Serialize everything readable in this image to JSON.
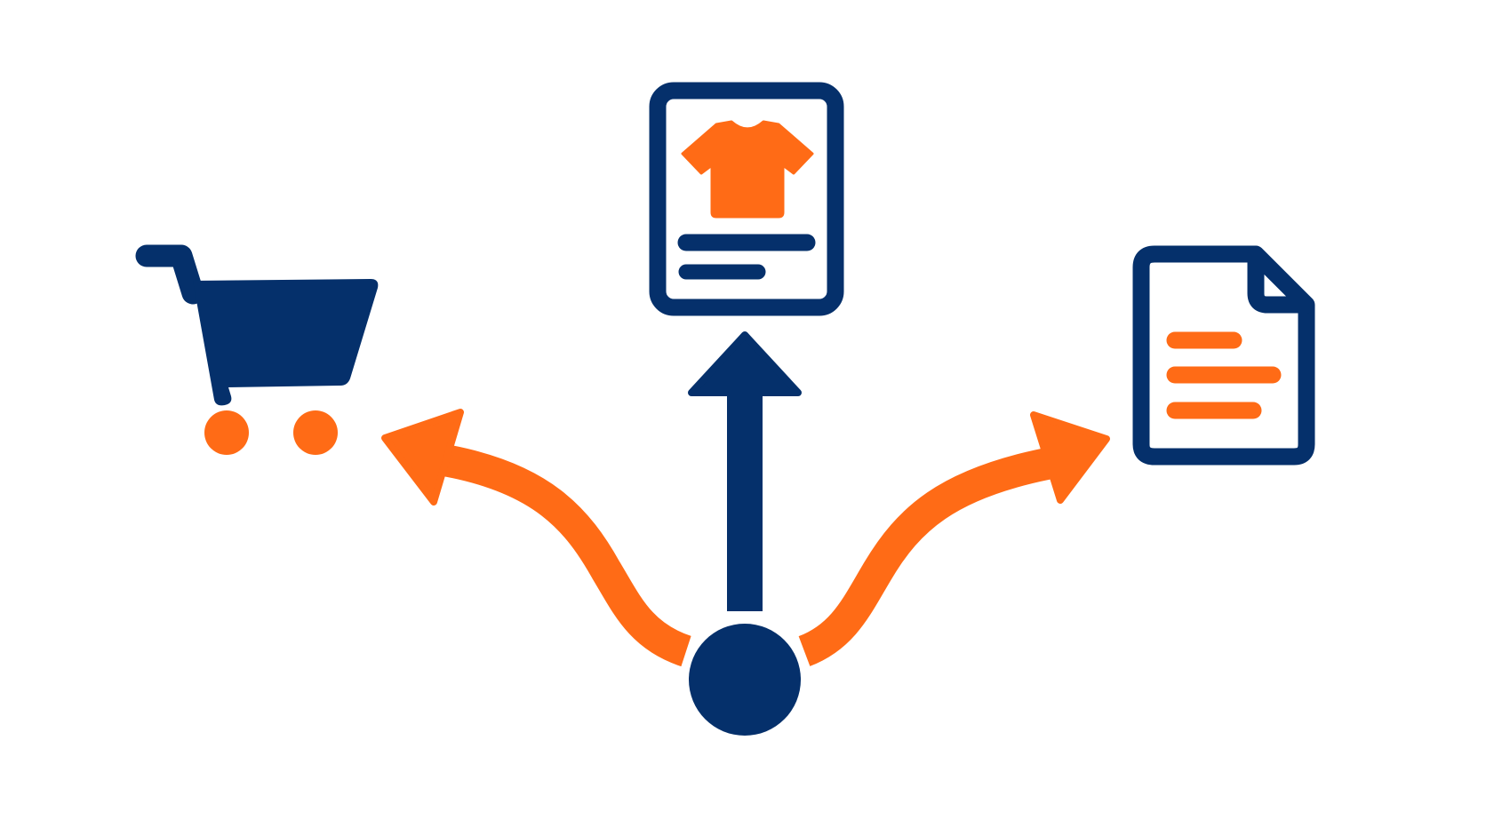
{
  "colors": {
    "background": "#ffffff",
    "navy": "#05306b",
    "orange": "#ff6b16"
  },
  "icons": {
    "cart": "shopping-cart-icon",
    "product": "product-card-icon",
    "shirt": "t-shirt-icon",
    "document": "document-icon",
    "origin": "origin-node"
  },
  "arrows": [
    {
      "name": "arrow-to-cart",
      "color": "orange",
      "direction": "left"
    },
    {
      "name": "arrow-to-product",
      "color": "navy",
      "direction": "up"
    },
    {
      "name": "arrow-to-document",
      "color": "orange",
      "direction": "right"
    }
  ]
}
